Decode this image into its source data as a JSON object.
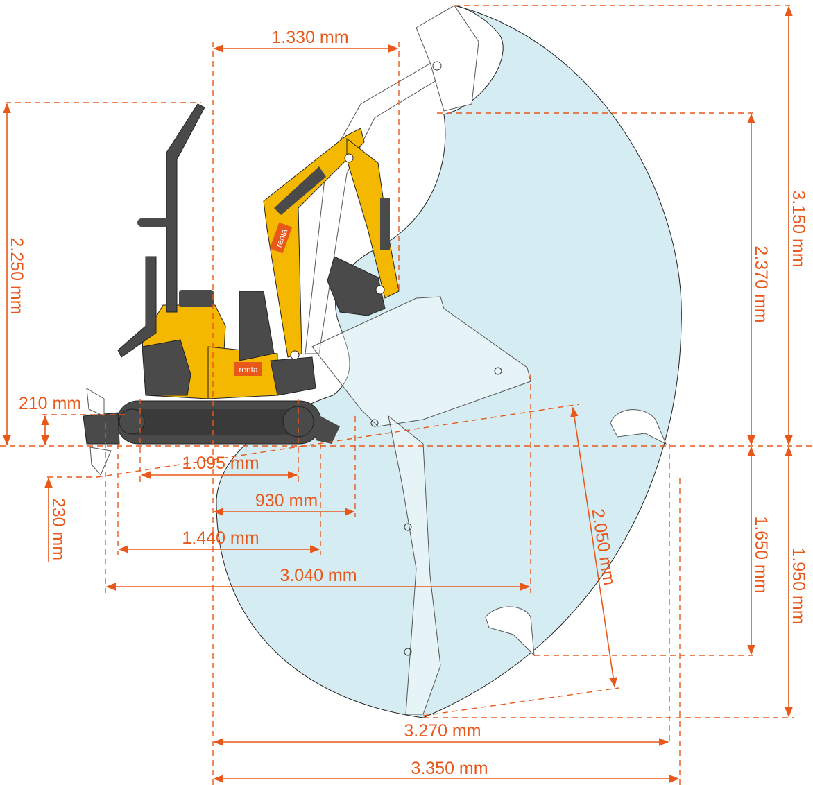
{
  "title": "Mini excavator working range diagram",
  "brand": {
    "logo_text": "renta"
  },
  "colors": {
    "dimension": "#e8581a",
    "machine_yellow": "#f5b800",
    "machine_dark": "#4a4a4a",
    "envelope": "#d5ecf2"
  },
  "dimensions": {
    "top_width": "1.330 mm",
    "overall_height": "2.250 mm",
    "blade_lift": "210 mm",
    "blade_drop": "230 mm",
    "track_center": "1.095 mm",
    "tail_swing": "930 mm",
    "track_length": "1.440 mm",
    "transport_length": "3.040 mm",
    "reach_ground": "3.270 mm",
    "max_reach": "3.350 mm",
    "vertical_wall_depth": "2.050 mm",
    "max_dig_height": "3.150 mm",
    "max_dump_height": "2.370 mm",
    "max_dig_depth_vertical": "1.650 mm",
    "max_dig_depth": "1.950 mm"
  }
}
